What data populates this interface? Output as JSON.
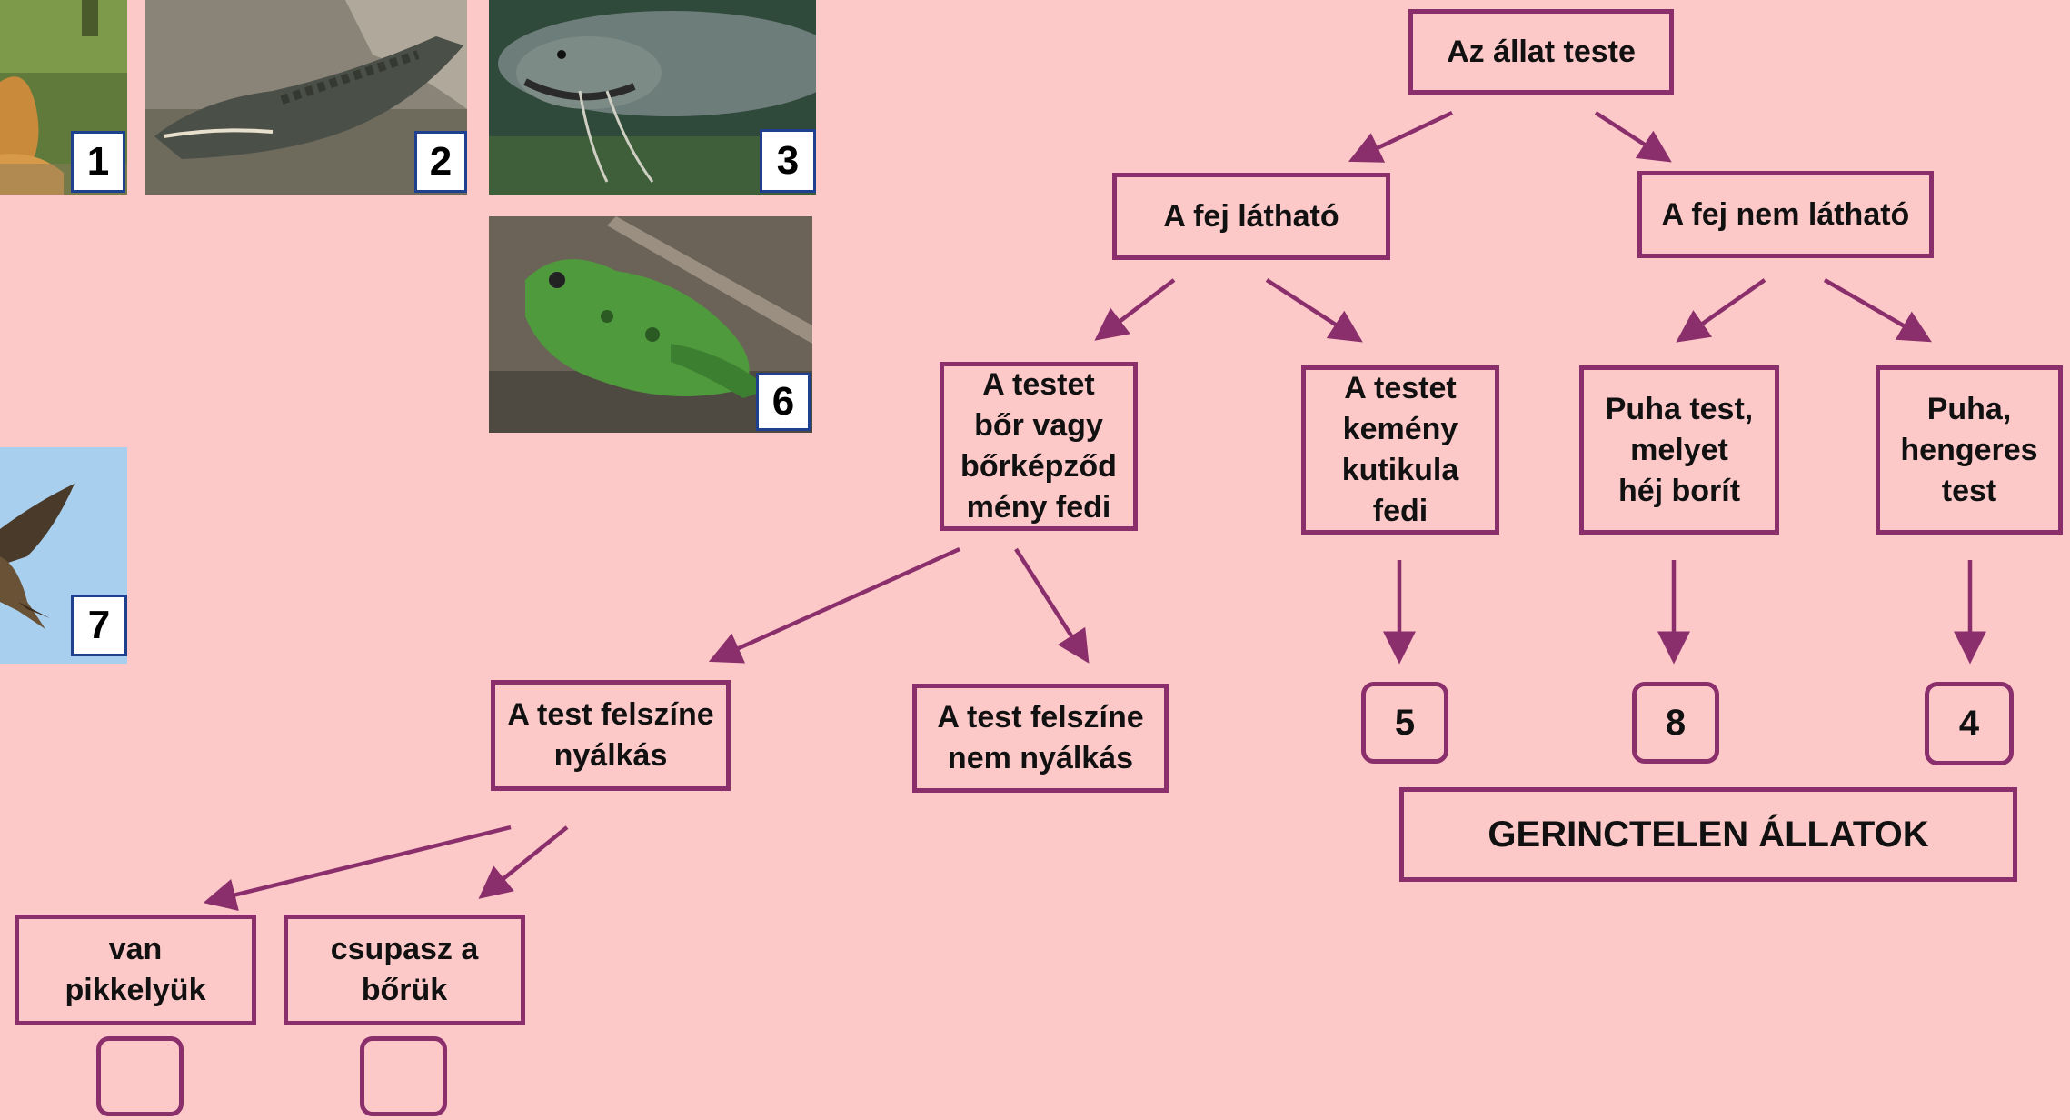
{
  "photos": [
    {
      "label": "1",
      "subject": "dog"
    },
    {
      "label": "2",
      "subject": "crocodile"
    },
    {
      "label": "3",
      "subject": "catfish"
    },
    {
      "label": "6",
      "subject": "frog"
    },
    {
      "label": "7",
      "subject": "bird"
    }
  ],
  "tree": {
    "root": "Az állat teste",
    "head_visible": "A fej látható",
    "head_not_visible": "A fej nem látható",
    "skin_covered": "A testet\nbőr vagy\nbőrképződ\nmény fedi",
    "cuticle_covered": "A testet\nkemény\nkutikula\nfedi",
    "soft_shell": "Puha test,\nmelyet\nhéj borít",
    "soft_cylindrical": "Puha,\nhengeres\ntest",
    "slimy": "A test felszíne\nnyálkás",
    "not_slimy": "A test felszíne\nnem nyálkás",
    "scales": "van\npikkelyük",
    "bare_skin": "csupasz a\nbőrük"
  },
  "answers": {
    "cuticle": "5",
    "shell": "8",
    "cylindrical": "4",
    "scales": "",
    "bare_skin": ""
  },
  "invertebrates_label": "GERINCTELEN ÁLLATOK",
  "colors": {
    "background": "#fcc8c8",
    "border": "#8a2f6b",
    "arrow": "#8a2f6b",
    "tag_border": "#1f3f8f"
  }
}
